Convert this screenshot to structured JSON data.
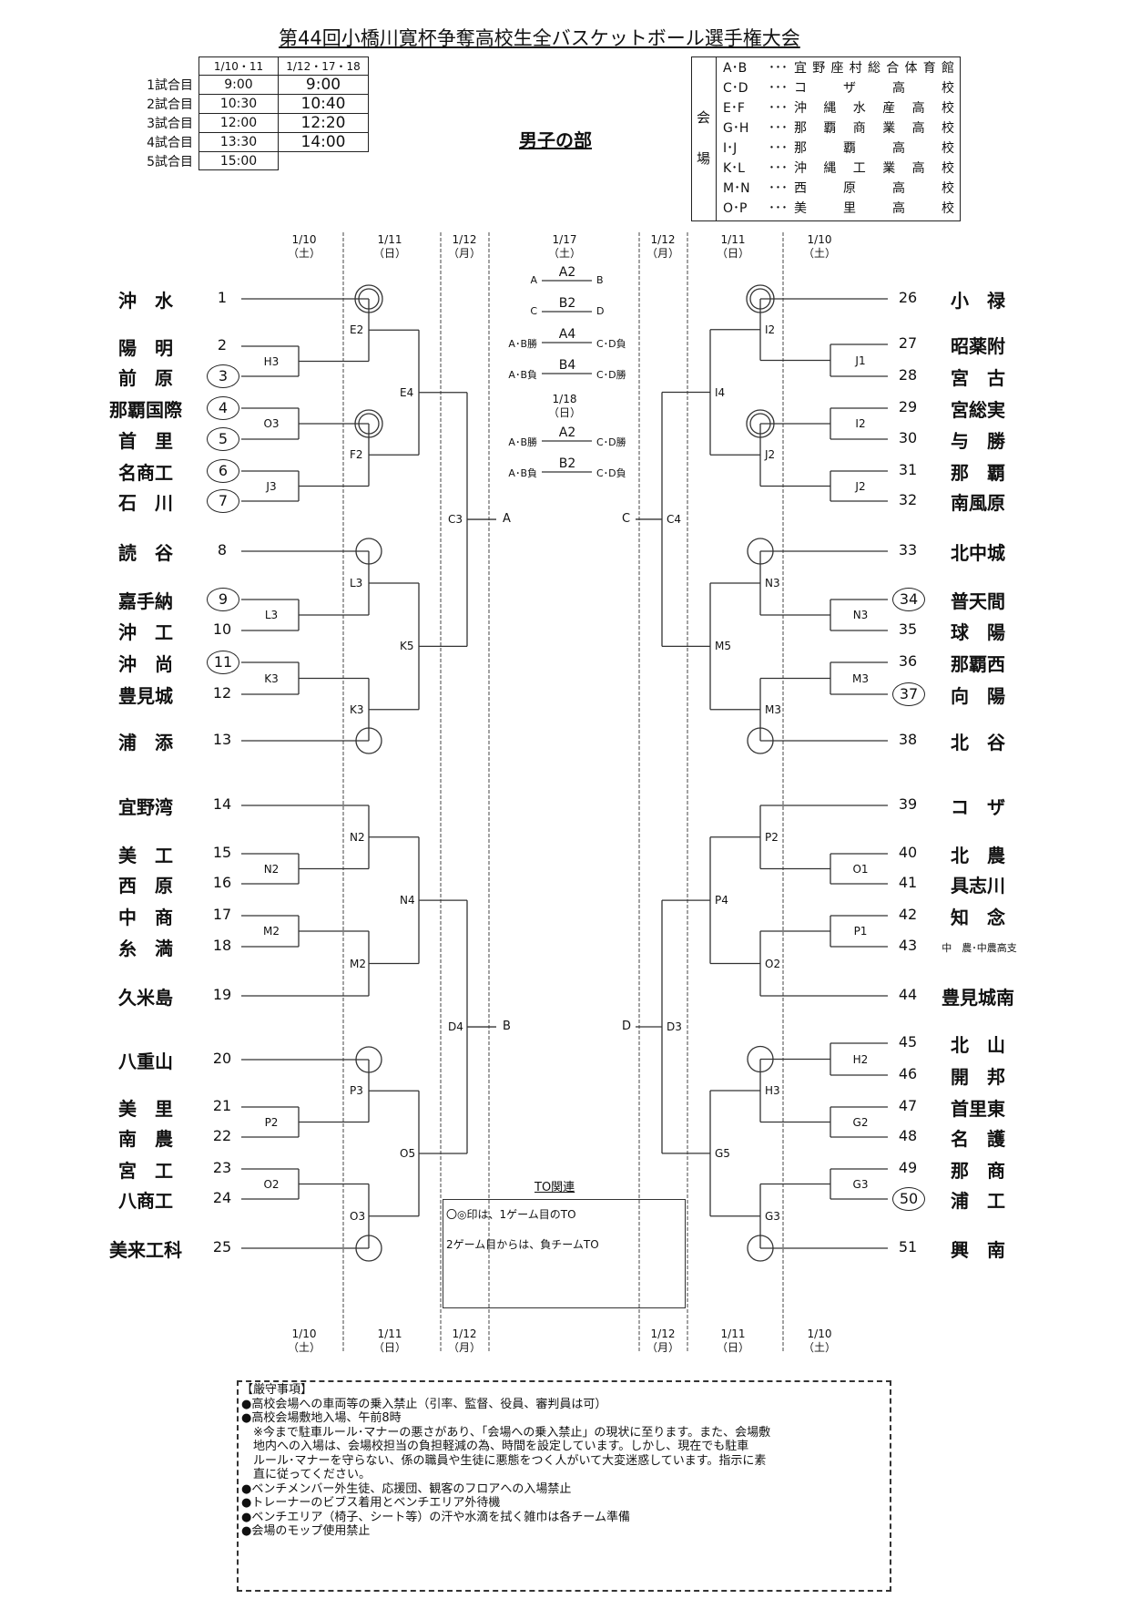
{
  "title": "第44回小橋川寛杯争奪高校生全バスケットボール選手権大会",
  "division": "男子の部",
  "schedule": {
    "headers": [
      "1/10・11",
      "1/12・17・18"
    ],
    "rows": [
      {
        "label": "1試合目",
        "a": "9:00",
        "b": "9:00"
      },
      {
        "label": "2試合目",
        "a": "10:30",
        "b": "10:40"
      },
      {
        "label": "3試合目",
        "a": "12:00",
        "b": "12:20"
      },
      {
        "label": "4試合目",
        "a": "13:30",
        "b": "14:00"
      },
      {
        "label": "5試合目",
        "a": "15:00",
        "b": ""
      }
    ]
  },
  "venues": {
    "side_label_top": "会",
    "side_label_bottom": "場",
    "dots": "･･･",
    "items": [
      {
        "code": "A･B",
        "name": "宜野座村総合体育館"
      },
      {
        "code": "C･D",
        "name": "コザ高校"
      },
      {
        "code": "E･F",
        "name": "沖縄水産高校"
      },
      {
        "code": "G･H",
        "name": "那覇商業高校"
      },
      {
        "code": "I･J",
        "name": "那覇高校"
      },
      {
        "code": "K･L",
        "name": "沖縄工業高校"
      },
      {
        "code": "M･N",
        "name": "西原高校"
      },
      {
        "code": "O･P",
        "name": "美里高校"
      }
    ]
  },
  "dates_top": {
    "left": [
      {
        "d": "1/10",
        "w": "（土）"
      },
      {
        "d": "1/11",
        "w": "（日）"
      },
      {
        "d": "1/12",
        "w": "（月）"
      }
    ],
    "center": {
      "d": "1/17",
      "w": "（土）"
    },
    "right": [
      {
        "d": "1/12",
        "w": "（月）"
      },
      {
        "d": "1/11",
        "w": "（日）"
      },
      {
        "d": "1/10",
        "w": "（土）"
      }
    ]
  },
  "dates_bottom": {
    "left": [
      {
        "d": "1/10",
        "w": "（土）"
      },
      {
        "d": "1/11",
        "w": "（日）"
      },
      {
        "d": "1/12",
        "w": "（月）"
      }
    ],
    "right": [
      {
        "d": "1/12",
        "w": "（月）"
      },
      {
        "d": "1/11",
        "w": "（日）"
      },
      {
        "d": "1/10",
        "w": "（土）"
      }
    ]
  },
  "finals": {
    "day1": {
      "d": "1/17",
      "w": "（土）"
    },
    "day2": {
      "d": "1/18",
      "w": "（日）"
    },
    "games": [
      {
        "left": "A",
        "code": "A2",
        "right": "B"
      },
      {
        "left": "C",
        "code": "B2",
        "right": "D"
      },
      {
        "left": "A･B勝",
        "code": "A4",
        "right": "C･D負"
      },
      {
        "left": "A･B負",
        "code": "B4",
        "right": "C･D勝"
      },
      {
        "left": "A･B勝",
        "code": "A2",
        "right": "C･D勝"
      },
      {
        "left": "A･B負",
        "code": "B2",
        "right": "C･D負"
      }
    ]
  },
  "teams_left": [
    {
      "no": "1",
      "name": "沖　水",
      "circled": false
    },
    {
      "no": "2",
      "name": "陽　明",
      "circled": false
    },
    {
      "no": "3",
      "name": "前　原",
      "circled": true
    },
    {
      "no": "4",
      "name": "那覇国際",
      "circled": true
    },
    {
      "no": "5",
      "name": "首　里",
      "circled": true
    },
    {
      "no": "6",
      "name": "名商工",
      "circled": true
    },
    {
      "no": "7",
      "name": "石　川",
      "circled": true
    },
    {
      "no": "8",
      "name": "読　谷",
      "circled": false
    },
    {
      "no": "9",
      "name": "嘉手納",
      "circled": true
    },
    {
      "no": "10",
      "name": "沖　工",
      "circled": false
    },
    {
      "no": "11",
      "name": "沖　尚",
      "circled": true
    },
    {
      "no": "12",
      "name": "豊見城",
      "circled": false
    },
    {
      "no": "13",
      "name": "浦　添",
      "circled": false
    },
    {
      "no": "14",
      "name": "宜野湾",
      "circled": false
    },
    {
      "no": "15",
      "name": "美　工",
      "circled": false
    },
    {
      "no": "16",
      "name": "西　原",
      "circled": false
    },
    {
      "no": "17",
      "name": "中　商",
      "circled": false
    },
    {
      "no": "18",
      "name": "糸　満",
      "circled": false
    },
    {
      "no": "19",
      "name": "久米島",
      "circled": false
    },
    {
      "no": "20",
      "name": "八重山",
      "circled": false
    },
    {
      "no": "21",
      "name": "美　里",
      "circled": false
    },
    {
      "no": "22",
      "name": "南　農",
      "circled": false
    },
    {
      "no": "23",
      "name": "宮　工",
      "circled": false
    },
    {
      "no": "24",
      "name": "八商工",
      "circled": false
    },
    {
      "no": "25",
      "name": "美来工科",
      "circled": false
    }
  ],
  "teams_right": [
    {
      "no": "26",
      "name": "小　禄",
      "circled": false
    },
    {
      "no": "27",
      "name": "昭薬附",
      "circled": false
    },
    {
      "no": "28",
      "name": "宮　古",
      "circled": false
    },
    {
      "no": "29",
      "name": "宮総実",
      "circled": false
    },
    {
      "no": "30",
      "name": "与　勝",
      "circled": false
    },
    {
      "no": "31",
      "name": "那　覇",
      "circled": false
    },
    {
      "no": "32",
      "name": "南風原",
      "circled": false
    },
    {
      "no": "33",
      "name": "北中城",
      "circled": false
    },
    {
      "no": "34",
      "name": "普天間",
      "circled": true
    },
    {
      "no": "35",
      "name": "球　陽",
      "circled": false
    },
    {
      "no": "36",
      "name": "那覇西",
      "circled": false
    },
    {
      "no": "37",
      "name": "向　陽",
      "circled": true
    },
    {
      "no": "38",
      "name": "北　谷",
      "circled": false
    },
    {
      "no": "39",
      "name": "コ　ザ",
      "circled": false
    },
    {
      "no": "40",
      "name": "北　農",
      "circled": false
    },
    {
      "no": "41",
      "name": "具志川",
      "circled": false
    },
    {
      "no": "42",
      "name": "知　念",
      "circled": false
    },
    {
      "no": "43",
      "name": "中　農･中農高支",
      "circled": false,
      "small": true
    },
    {
      "no": "44",
      "name": "豊見城南",
      "circled": false
    },
    {
      "no": "45",
      "name": "北　山",
      "circled": false
    },
    {
      "no": "46",
      "name": "開　邦",
      "circled": false
    },
    {
      "no": "47",
      "name": "首里東",
      "circled": false
    },
    {
      "no": "48",
      "name": "名　護",
      "circled": false
    },
    {
      "no": "49",
      "name": "那　商",
      "circled": false
    },
    {
      "no": "50",
      "name": "浦　工",
      "circled": true
    },
    {
      "no": "51",
      "name": "興　南",
      "circled": false
    }
  ],
  "match_labels_left": {
    "r1": [
      "H3",
      "O3",
      "J3",
      "L3",
      "K3",
      "N2",
      "M2",
      "P2",
      "O2"
    ],
    "r2": [
      "E2",
      "F2",
      "L3",
      "K3",
      "N2",
      "M2",
      "P3",
      "O3"
    ],
    "r3": [
      "E4",
      "K5",
      "N4",
      "O5"
    ],
    "r4": [
      "C3",
      "D4"
    ],
    "r5": [
      "A",
      "B"
    ]
  },
  "match_labels_right": {
    "r1": [
      "J1",
      "I2",
      "J2",
      "N3",
      "M3",
      "O1",
      "P1",
      "H2",
      "G2",
      "G3"
    ],
    "r2": [
      "I2",
      "J2",
      "N3",
      "M3",
      "P2",
      "O2",
      "H3",
      "G3"
    ],
    "r3": [
      "I4",
      "M5",
      "P4",
      "G5"
    ],
    "r4": [
      "C4",
      "D3"
    ],
    "r5": [
      "C",
      "D"
    ]
  },
  "to_section": {
    "title": "TO関連",
    "lines": [
      "〇◎印は、1ゲーム目のTO",
      "2ゲーム目からは、負チームTO"
    ]
  },
  "rules": {
    "heading": "【厳守事項】",
    "lines": [
      "●高校会場への車両等の乗入禁止（引率、監督、役員、審判員は可）",
      "●高校会場敷地入場、午前8時",
      "　※今まで駐車ルール･マナーの悪さがあり、「会場への乗入禁止」の現状に至ります。また、会場敷",
      "　地内への入場は、会場校担当の負担軽減の為、時間を設定しています。しかし、現在でも駐車",
      "　ルール･マナーを守らない、係の職員や生徒に悪態をつく人がいて大変迷惑しています。指示に素",
      "　直に従ってください。",
      "●ベンチメンバー外生徒、応援団、観客のフロアへの入場禁止",
      "●トレーナーのビブス着用とベンチエリア外待機",
      "●ベンチエリア（椅子、シート等）の汗や水滴を拭く雑巾は各チーム準備",
      "●会場のモップ使用禁止"
    ]
  }
}
